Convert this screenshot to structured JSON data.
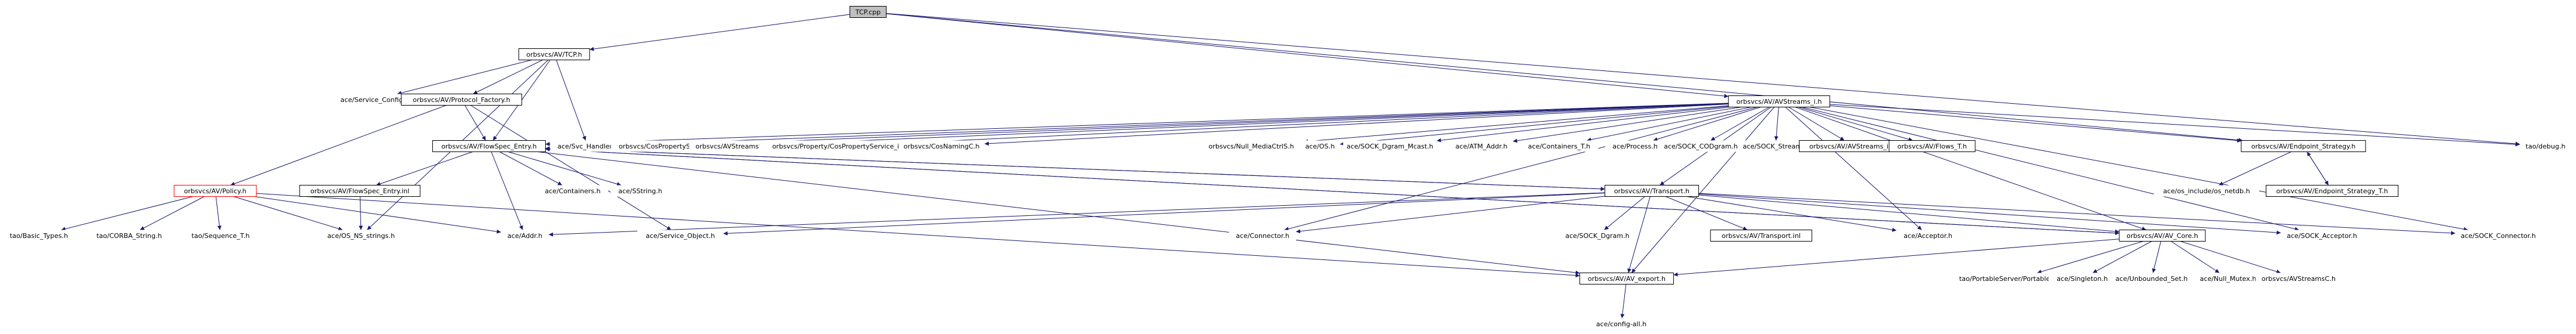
{
  "graph": {
    "title": "",
    "colors": {
      "edge": "#191970",
      "root_fill": "#bfbfbf",
      "red_border": "#ff0000",
      "box_border": "#000000"
    },
    "nodes": [
      {
        "id": "tcp_cpp",
        "label": "TCP.cpp",
        "style": "root"
      },
      {
        "id": "tcp_h",
        "label": "orbsvcs/AV/TCP.h",
        "style": "box"
      },
      {
        "id": "service_config",
        "label": "ace/Service_Config.h",
        "style": "plain"
      },
      {
        "id": "protocol_factory",
        "label": "orbsvcs/AV/Protocol_Factory.h",
        "style": "box"
      },
      {
        "id": "avstreams_i",
        "label": "orbsvcs/AV/AVStreams_i.h",
        "style": "box"
      },
      {
        "id": "flowspec_entry",
        "label": "orbsvcs/AV/FlowSpec_Entry.h",
        "style": "box"
      },
      {
        "id": "svc_handler",
        "label": "ace/Svc_Handler.h",
        "style": "plain"
      },
      {
        "id": "cosproperty_s",
        "label": "orbsvcs/CosPropertyS.h",
        "style": "plain"
      },
      {
        "id": "avstreams_s",
        "label": "orbsvcs/AVStreamsS.h",
        "style": "plain"
      },
      {
        "id": "cospropertyservice_i",
        "label": "orbsvcs/Property/CosPropertyService_i.h",
        "style": "plain"
      },
      {
        "id": "cosnaming_c",
        "label": "orbsvcs/CosNamingC.h",
        "style": "plain"
      },
      {
        "id": "null_media_ctrl",
        "label": "orbsvcs/Null_MediaCtrlS.h",
        "style": "plain"
      },
      {
        "id": "os_h",
        "label": "ace/OS.h",
        "style": "plain"
      },
      {
        "id": "sock_dgram_mcast",
        "label": "ace/SOCK_Dgram_Mcast.h",
        "style": "plain"
      },
      {
        "id": "atm_addr",
        "label": "ace/ATM_Addr.h",
        "style": "plain"
      },
      {
        "id": "containers_t",
        "label": "ace/Containers_T.h",
        "style": "plain"
      },
      {
        "id": "process_h",
        "label": "ace/Process.h",
        "style": "plain"
      },
      {
        "id": "sock_codgram",
        "label": "ace/SOCK_CODgram.h",
        "style": "plain"
      },
      {
        "id": "sock_stream",
        "label": "ace/SOCK_Stream.h",
        "style": "plain"
      },
      {
        "id": "avstreams_i_inl",
        "label": "orbsvcs/AV/AVStreams_i.inl",
        "style": "box"
      },
      {
        "id": "flows_t",
        "label": "orbsvcs/AV/Flows_T.h",
        "style": "box"
      },
      {
        "id": "endpoint_strategy",
        "label": "orbsvcs/AV/Endpoint_Strategy.h",
        "style": "box"
      },
      {
        "id": "tao_debug",
        "label": "tao/debug.h",
        "style": "plain"
      },
      {
        "id": "policy_h",
        "label": "orbsvcs/AV/Policy.h",
        "style": "red"
      },
      {
        "id": "flowspec_entry_inl",
        "label": "orbsvcs/AV/FlowSpec_Entry.inl",
        "style": "box"
      },
      {
        "id": "containers_h",
        "label": "ace/Containers.h",
        "style": "plain"
      },
      {
        "id": "sstring_h",
        "label": "ace/SString.h",
        "style": "plain"
      },
      {
        "id": "transport_h",
        "label": "orbsvcs/AV/Transport.h",
        "style": "box"
      },
      {
        "id": "os_include_netdb",
        "label": "ace/os_include/os_netdb.h",
        "style": "plain"
      },
      {
        "id": "endpoint_strategy_t",
        "label": "orbsvcs/AV/Endpoint_Strategy_T.h",
        "style": "box"
      },
      {
        "id": "basic_types",
        "label": "tao/Basic_Types.h",
        "style": "plain"
      },
      {
        "id": "corba_string",
        "label": "tao/CORBA_String.h",
        "style": "plain"
      },
      {
        "id": "sequence_t",
        "label": "tao/Sequence_T.h",
        "style": "plain"
      },
      {
        "id": "os_ns_strings",
        "label": "ace/OS_NS_strings.h",
        "style": "plain"
      },
      {
        "id": "addr_h",
        "label": "ace/Addr.h",
        "style": "plain"
      },
      {
        "id": "service_object",
        "label": "ace/Service_Object.h",
        "style": "plain"
      },
      {
        "id": "connector_h",
        "label": "ace/Connector.h",
        "style": "plain"
      },
      {
        "id": "sock_dgram",
        "label": "ace/SOCK_Dgram.h",
        "style": "plain"
      },
      {
        "id": "transport_inl",
        "label": "orbsvcs/AV/Transport.inl",
        "style": "box"
      },
      {
        "id": "acceptor_h",
        "label": "ace/Acceptor.h",
        "style": "plain"
      },
      {
        "id": "av_core",
        "label": "orbsvcs/AV/AV_Core.h",
        "style": "box"
      },
      {
        "id": "sock_acceptor",
        "label": "ace/SOCK_Acceptor.h",
        "style": "plain"
      },
      {
        "id": "sock_connector",
        "label": "ace/SOCK_Connector.h",
        "style": "plain"
      },
      {
        "id": "av_export",
        "label": "orbsvcs/AV/AV_export.h",
        "style": "box"
      },
      {
        "id": "portable_server",
        "label": "tao/PortableServer/PortableServer.h",
        "style": "plain"
      },
      {
        "id": "singleton_h",
        "label": "ace/Singleton.h",
        "style": "plain"
      },
      {
        "id": "unbounded_set",
        "label": "ace/Unbounded_Set.h",
        "style": "plain"
      },
      {
        "id": "null_mutex",
        "label": "ace/Null_Mutex.h",
        "style": "plain"
      },
      {
        "id": "avstreams_c",
        "label": "orbsvcs/AVStreamsC.h",
        "style": "plain"
      },
      {
        "id": "config_all",
        "label": "ace/config-all.h",
        "style": "plain"
      }
    ],
    "edges": [
      [
        "tcp_cpp",
        "tcp_h"
      ],
      [
        "tcp_cpp",
        "avstreams_i"
      ],
      [
        "tcp_cpp",
        "endpoint_strategy"
      ],
      [
        "tcp_cpp",
        "tao_debug"
      ],
      [
        "tcp_h",
        "service_config"
      ],
      [
        "tcp_h",
        "protocol_factory"
      ],
      [
        "tcp_h",
        "flowspec_entry"
      ],
      [
        "tcp_h",
        "svc_handler"
      ],
      [
        "tcp_h",
        "os_ns_strings"
      ],
      [
        "protocol_factory",
        "flowspec_entry"
      ],
      [
        "protocol_factory",
        "policy_h"
      ],
      [
        "protocol_factory",
        "service_object"
      ],
      [
        "avstreams_i",
        "flowspec_entry"
      ],
      [
        "avstreams_i",
        "svc_handler"
      ],
      [
        "avstreams_i",
        "cosproperty_s"
      ],
      [
        "avstreams_i",
        "avstreams_s"
      ],
      [
        "avstreams_i",
        "cospropertyservice_i"
      ],
      [
        "avstreams_i",
        "cosnaming_c"
      ],
      [
        "avstreams_i",
        "null_media_ctrl"
      ],
      [
        "avstreams_i",
        "os_h"
      ],
      [
        "avstreams_i",
        "sock_dgram_mcast"
      ],
      [
        "avstreams_i",
        "atm_addr"
      ],
      [
        "avstreams_i",
        "containers_t"
      ],
      [
        "avstreams_i",
        "process_h"
      ],
      [
        "avstreams_i",
        "sock_codgram"
      ],
      [
        "avstreams_i",
        "sock_stream"
      ],
      [
        "avstreams_i",
        "avstreams_i_inl"
      ],
      [
        "avstreams_i",
        "flows_t"
      ],
      [
        "avstreams_i",
        "endpoint_strategy"
      ],
      [
        "avstreams_i",
        "tao_debug"
      ],
      [
        "avstreams_i",
        "transport_h"
      ],
      [
        "avstreams_i",
        "connector_h"
      ],
      [
        "avstreams_i",
        "acceptor_h"
      ],
      [
        "avstreams_i",
        "av_core"
      ],
      [
        "avstreams_i",
        "sock_acceptor"
      ],
      [
        "avstreams_i",
        "sock_connector"
      ],
      [
        "avstreams_i",
        "av_export"
      ],
      [
        "flowspec_entry",
        "flowspec_entry_inl"
      ],
      [
        "flowspec_entry",
        "containers_h"
      ],
      [
        "flowspec_entry",
        "sstring_h"
      ],
      [
        "flowspec_entry",
        "addr_h"
      ],
      [
        "flowspec_entry",
        "transport_h"
      ],
      [
        "flowspec_entry",
        "av_export"
      ],
      [
        "flowspec_entry",
        "av_core"
      ],
      [
        "flowspec_entry_inl",
        "os_ns_strings"
      ],
      [
        "endpoint_strategy",
        "os_include_netdb"
      ],
      [
        "endpoint_strategy",
        "endpoint_strategy_t"
      ],
      [
        "endpoint_strategy_t",
        "endpoint_strategy"
      ],
      [
        "policy_h",
        "basic_types"
      ],
      [
        "policy_h",
        "corba_string"
      ],
      [
        "policy_h",
        "sequence_t"
      ],
      [
        "policy_h",
        "os_ns_strings"
      ],
      [
        "policy_h",
        "addr_h"
      ],
      [
        "policy_h",
        "av_export"
      ],
      [
        "transport_h",
        "addr_h"
      ],
      [
        "transport_h",
        "service_object"
      ],
      [
        "transport_h",
        "connector_h"
      ],
      [
        "transport_h",
        "sock_dgram"
      ],
      [
        "transport_h",
        "transport_inl"
      ],
      [
        "transport_h",
        "acceptor_h"
      ],
      [
        "transport_h",
        "av_core"
      ],
      [
        "transport_h",
        "sock_acceptor"
      ],
      [
        "transport_h",
        "sock_connector"
      ],
      [
        "transport_h",
        "av_export"
      ],
      [
        "transport_h",
        "flowspec_entry"
      ],
      [
        "av_core",
        "av_export"
      ],
      [
        "av_core",
        "portable_server"
      ],
      [
        "av_core",
        "singleton_h"
      ],
      [
        "av_core",
        "unbounded_set"
      ],
      [
        "av_core",
        "null_mutex"
      ],
      [
        "av_core",
        "avstreams_c"
      ],
      [
        "av_core",
        "flowspec_entry"
      ],
      [
        "av_export",
        "config_all"
      ]
    ]
  }
}
